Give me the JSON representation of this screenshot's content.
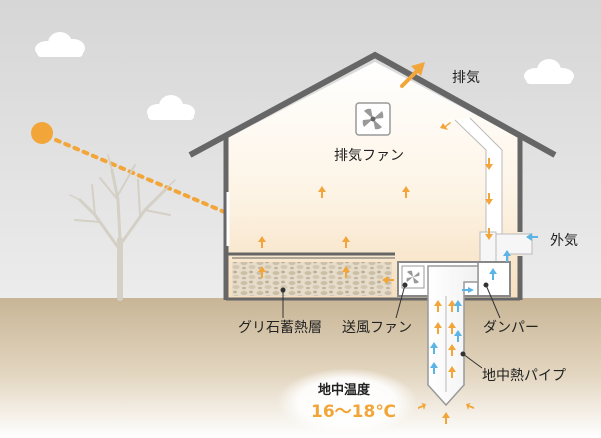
{
  "labels": {
    "exhaust": "排気",
    "exhaust_fan": "排気ファン",
    "outside_air": "外気",
    "gravel_storage": "グリ石蓄熱層",
    "supply_fan": "送風ファン",
    "damper": "ダンパー",
    "geothermal_pipe": "地中熱パイプ"
  },
  "ground_temp": {
    "title": "地中温度",
    "value": "16〜18℃"
  },
  "colors": {
    "sky": "#d8d8d8",
    "ground": "#c9b79a",
    "house_outline": "#666666",
    "warm_arrow": "#f2a63a",
    "cool_arrow": "#5ab4e6",
    "sun": "#f2a63a",
    "temp_value": "#f2a63a"
  },
  "icons": {
    "sun": "sun-icon",
    "tree": "tree-icon",
    "fan": "fan-icon",
    "cloud": "cloud-icon"
  }
}
